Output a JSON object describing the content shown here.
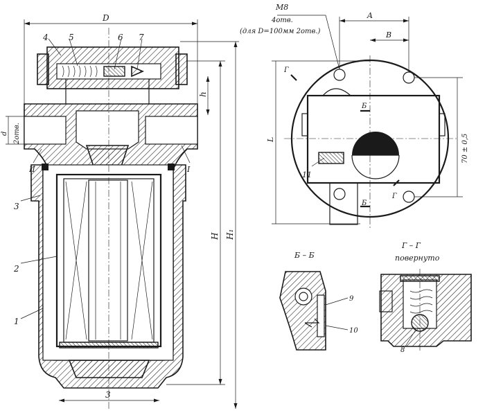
{
  "section_view": {
    "dim_D": "D",
    "dim_h": "h",
    "dim_H": "H",
    "dim_H1": "H₁",
    "dim_d": "d",
    "dim_2otv": "2отв.",
    "dim_bottom": "3",
    "port_II": "II",
    "port_I": "I",
    "part_1": "1",
    "part_2": "2",
    "part_3": "3",
    "part_4": "4",
    "part_5": "5",
    "part_6": "6",
    "part_7": "7"
  },
  "top_view": {
    "thread": "M8",
    "count": "4отв.",
    "note": "(для D=100мм 2отв.)",
    "dim_A": "A",
    "dim_B": "В",
    "dim_L": "L",
    "dim_70": "70 ± 0,5",
    "sec_B_top": "Б",
    "sec_B_bottom": "Б",
    "sec_G_left": "Г",
    "sec_G_right": "Г",
    "part_11": "11"
  },
  "detail_BB": {
    "title": "Б – Б",
    "part_9": "9",
    "part_10": "10"
  },
  "detail_GG": {
    "title": "Г – Г",
    "subtitle": "повернуто",
    "part_8": "8"
  }
}
